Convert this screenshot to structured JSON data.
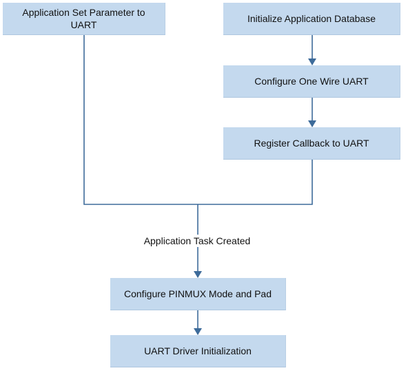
{
  "nodes": {
    "app_set_param": "Application Set Parameter to UART",
    "init_app_db": "Initialize Application Database",
    "config_one_wire": "Configure One Wire UART",
    "register_callback": "Register Callback to UART",
    "config_pinmux": "Configure PINMUX Mode and Pad",
    "uart_driver_init": "UART Driver Initialization"
  },
  "edge_labels": {
    "task_created": "Application Task Created"
  },
  "colors": {
    "node_fill": "#c4d9ee",
    "connector": "#3d6b9a"
  }
}
